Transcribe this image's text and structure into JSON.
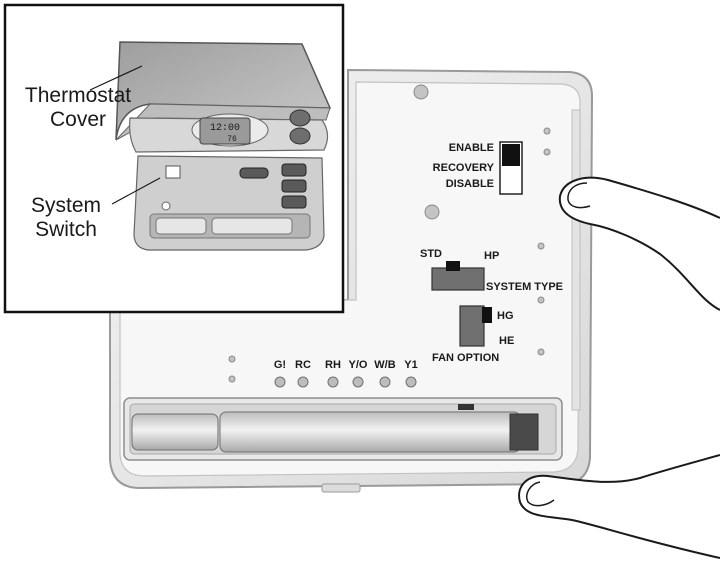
{
  "callouts": {
    "thermostat_cover": [
      "Thermostat",
      "Cover"
    ],
    "system_switch": [
      "System",
      "Switch"
    ]
  },
  "recovery_switch": {
    "enable": "ENABLE",
    "recovery": "RECOVERY",
    "disable": "DISABLE"
  },
  "system_type_switch": {
    "std": "STD",
    "hp": "HP",
    "label": "SYSTEM  TYPE"
  },
  "fan_option_switch": {
    "hg": "HG",
    "he": "HE",
    "label": "FAN OPTION"
  },
  "terminals": [
    "G!",
    "RC",
    "RH",
    "Y/O",
    "W/B",
    "Y1"
  ],
  "display": {
    "time": "12:00",
    "temp": "76"
  }
}
